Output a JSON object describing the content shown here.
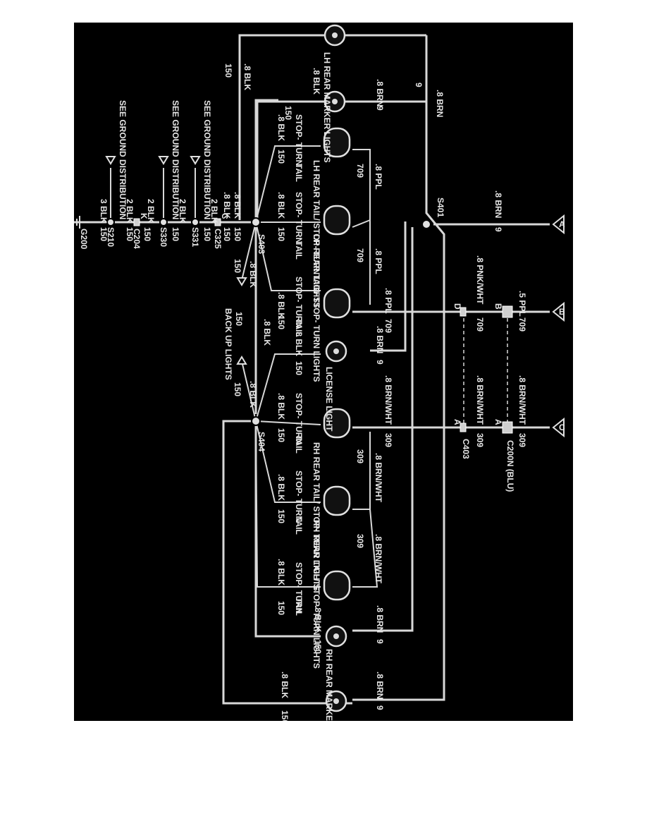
{
  "diagram": {
    "feed_letters": [
      "A",
      "B",
      "C"
    ],
    "connector_c200n": "C200N (BLU)",
    "connector_c403": "C403",
    "connector_c325": "C325",
    "connector_c204": "C204",
    "pin_a": "A",
    "pin_b": "B",
    "pin_c": "C",
    "pin_d": "D",
    "pin_k": "K",
    "splice_s401": "S401",
    "splice_s403": "S403",
    "splice_s404": "S404",
    "splice_s331": "S331",
    "splice_s330": "S330",
    "splice_s210": "S210",
    "ground_g200": "G200",
    "wires": {
      "brn_8": ".8 BRN",
      "blk_8": ".8 BLK",
      "ppl_8": ".8 PPL",
      "ppl_5": ".5 PPL",
      "pnkwht_8": ".8 PNK/WHT",
      "brnwht_8": ".8 BRN/WHT",
      "blk_2": "2 BLK",
      "blk_3": "3 BLK",
      "c9": "9",
      "c150": "150",
      "c709": "709",
      "c309": "309"
    },
    "lamps": {
      "lh_marker": "LH REAR MARKER LIGHTS",
      "lh_tail_stop": "LH REAR TAIL/ STOP- TURN LIGHTS",
      "license": "LICENSE LIGHT",
      "rh_tail_stop": "RH REAR TAIL/ STOP- TURN LIGHTS",
      "rh_marker": "RH REAR MARKER LIGHTS",
      "backup": "BACK UP LIGHTS"
    },
    "filament_labels": {
      "stop_turn": "STOP- TURN",
      "tail": "TAIL"
    },
    "ground_ref": "SEE GROUND DISTRIBUTION"
  }
}
